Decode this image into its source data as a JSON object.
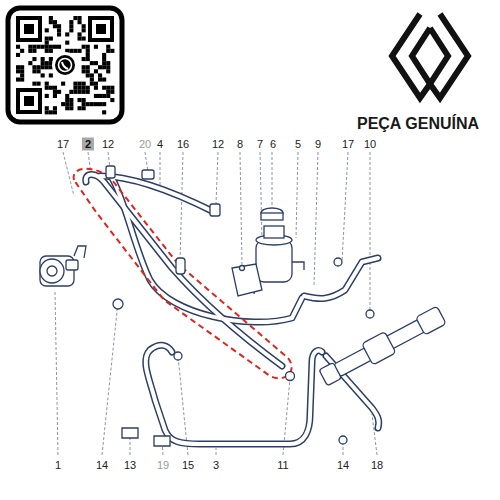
{
  "diagram": {
    "labels": [
      "PEÇA GENUÍNA",
      "17",
      "2",
      "12",
      "20",
      "4",
      "16",
      "12",
      "8",
      "7",
      "6",
      "5",
      "9",
      "17",
      "10",
      "1",
      "14",
      "13",
      "19",
      "15",
      "3",
      "11",
      "14",
      "18"
    ]
  }
}
